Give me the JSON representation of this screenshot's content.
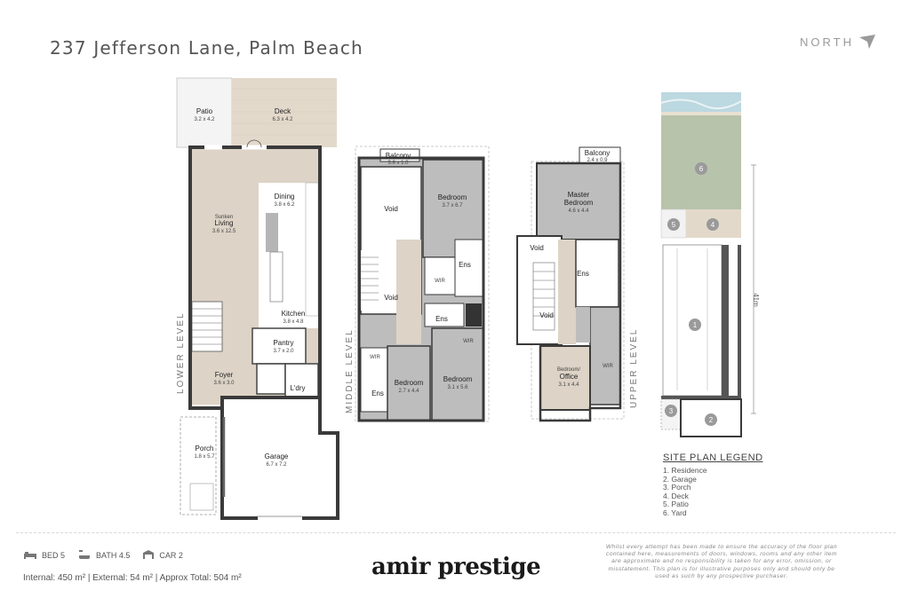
{
  "header": {
    "address": "237 Jefferson Lane, Palm Beach",
    "north_label": "NORTH"
  },
  "icons": {
    "north": "north-arrow-icon",
    "bed": "bed-icon",
    "bath": "bath-icon",
    "car": "car-icon"
  },
  "levels": {
    "lower": "LOWER LEVEL",
    "middle": "MIDDLE LEVEL",
    "upper": "UPPER LEVEL"
  },
  "lower_rooms": {
    "patio": {
      "name": "Patio",
      "dim": "3.2 x 4.2"
    },
    "deck": {
      "name": "Deck",
      "dim": "6.3 x 4.2"
    },
    "dining": {
      "name": "Dining",
      "dim": "3.8 x 6.2"
    },
    "sunken": "Sunken",
    "living": {
      "name": "Living",
      "dim": "3.6 x 12.5"
    },
    "kitchen": {
      "name": "Kitchen",
      "dim": "3.8 x 4.8"
    },
    "pantry": {
      "name": "Pantry",
      "dim": "3.7 x 2.0"
    },
    "foyer": {
      "name": "Foyer",
      "dim": "3.6 x 3.0"
    },
    "laundry": "L'dry",
    "porch": {
      "name": "Porch",
      "dim": "1.8 x 5.7"
    },
    "garage": {
      "name": "Garage",
      "dim": "6.7 x 7.2"
    }
  },
  "middle_rooms": {
    "balcony": {
      "name": "Balcony",
      "dim": "3.8 x 1.0"
    },
    "void1": "Void",
    "bedroom1": {
      "name": "Bedroom",
      "dim": "3.7 x 6.7"
    },
    "ens1": "Ens",
    "wir1": "WIR",
    "void2": "Void",
    "ens2": "Ens",
    "wir2": "WIR",
    "wir3": "WIR",
    "ens3": "Ens",
    "bedroom2": {
      "name": "Bedroom",
      "dim": "2.7 x 4.4"
    },
    "bedroom3": {
      "name": "Bedroom",
      "dim": "3.1 x 5.6"
    }
  },
  "upper_rooms": {
    "balcony": {
      "name": "Balcony",
      "dim": "2.4 x 0.9"
    },
    "master": {
      "name": "Master",
      "name2": "Bedroom",
      "dim": "4.6 x 4.4"
    },
    "void1": "Void",
    "ens": "Ens",
    "void2": "Void",
    "office": {
      "name": "Bedroom/",
      "name2": "Office",
      "dim": "3.1 x 4.4"
    },
    "wir": "WIR"
  },
  "site": {
    "dimension": "41m",
    "markers": [
      "1",
      "2",
      "3",
      "4",
      "5",
      "6"
    ],
    "legend_title": "SITE PLAN LEGEND",
    "legend": [
      "1. Residence",
      "2. Garage",
      "3. Porch",
      "4. Deck",
      "5. Patio",
      "6. Yard"
    ]
  },
  "footer": {
    "bed": "BED 5",
    "bath": "BATH 4.5",
    "car": "CAR 2",
    "areas": "Internal: 450 m² | External: 54 m² | Approx Total: 504 m²",
    "brand": "amir prestige",
    "disclaimer": "Whilst every attempt has been made to ensure the accuracy of the floor plan contained here, measurements of doors, windows, rooms and any other item are approximate and no responsibility is taken for any error, omission, or misstatement. This plan is for illustrative purposes only and should only be used as such by any prospective purchaser."
  }
}
